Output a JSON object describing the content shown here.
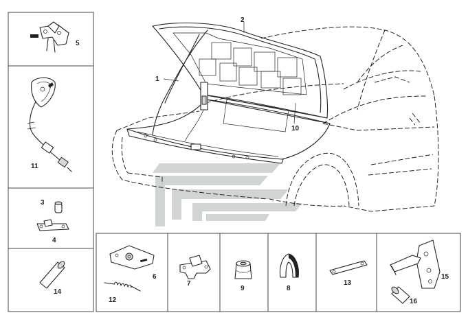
{
  "labels": {
    "l1": "1",
    "l2": "2",
    "l3": "3",
    "l4": "4",
    "l5": "5",
    "l6": "6",
    "l7": "7",
    "l8": "8",
    "l9": "9",
    "l10": "10",
    "l11": "11",
    "l12": "12",
    "l13": "13",
    "l14": "14",
    "l15": "15",
    "l16": "16"
  },
  "colors": {
    "line": "#222222",
    "frame": "#444444",
    "watermark": "#c9cccc"
  }
}
